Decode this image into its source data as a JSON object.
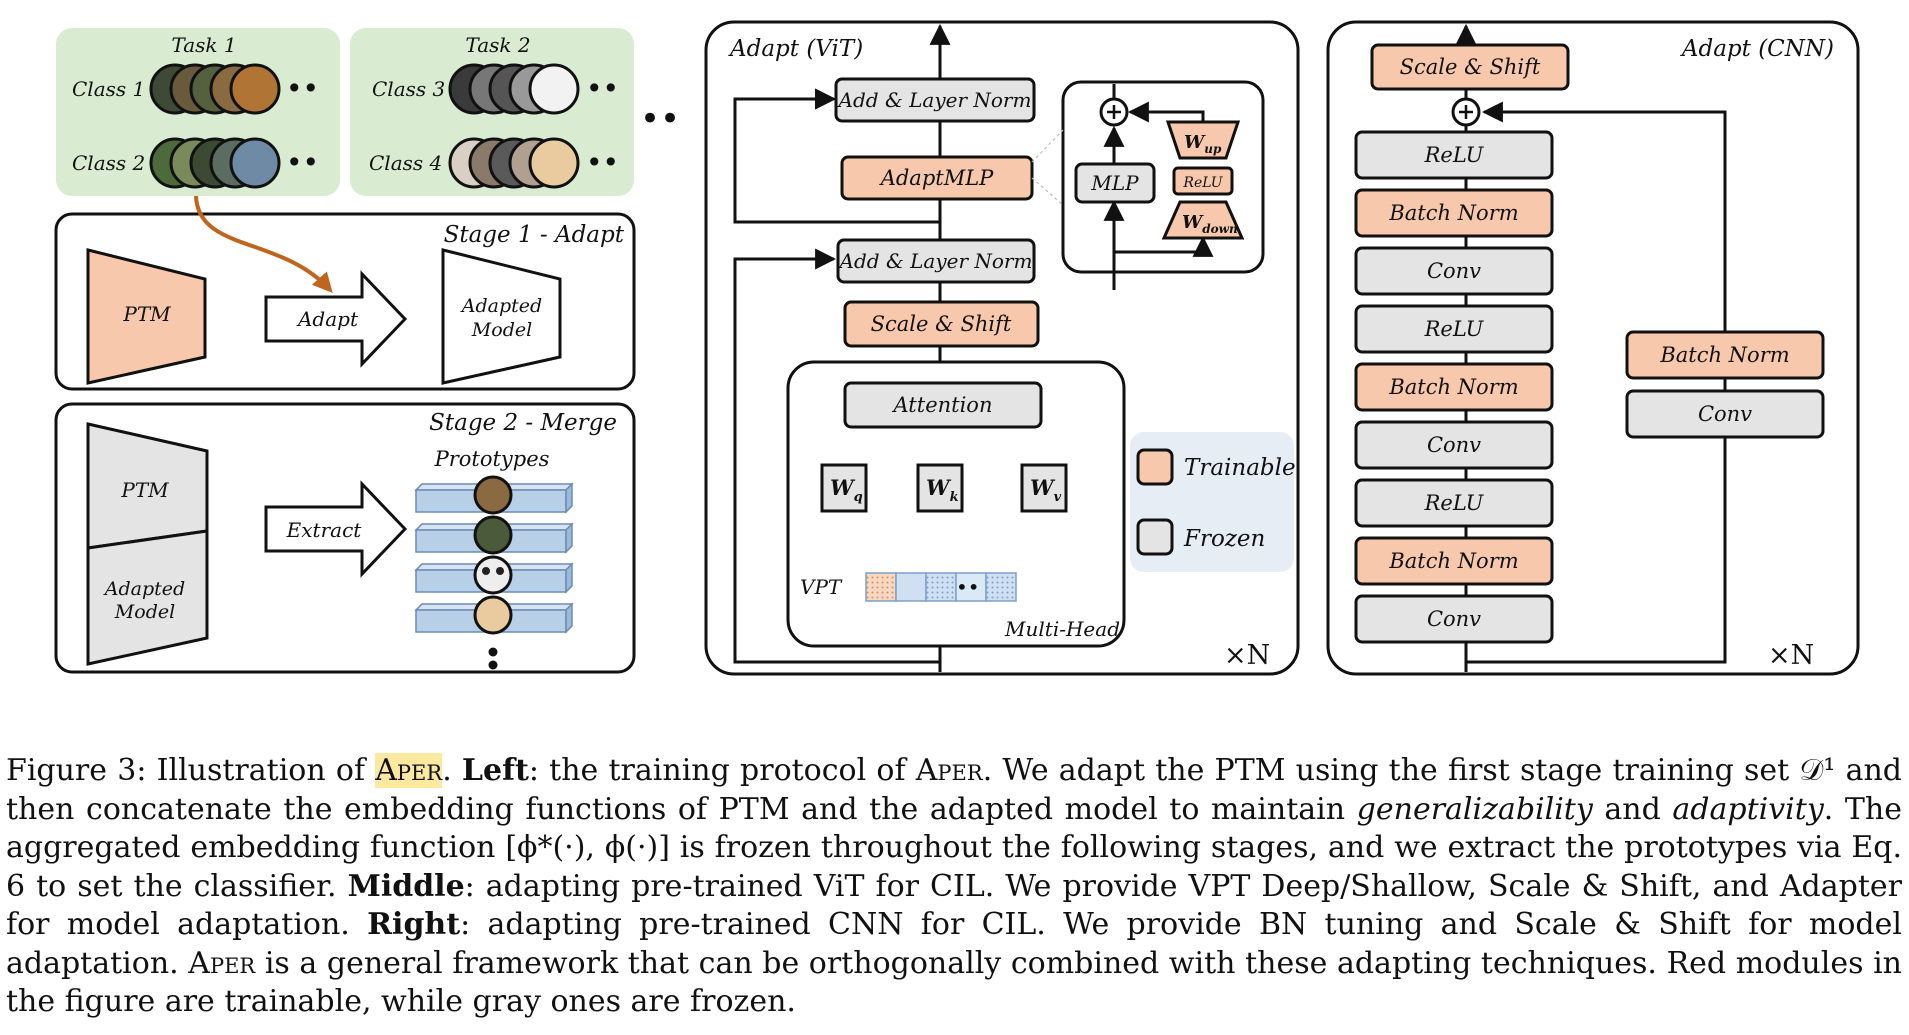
{
  "left": {
    "tasks": [
      {
        "title": "Task 1",
        "classes": [
          "Class 1",
          "Class 2"
        ]
      },
      {
        "title": "Task 2",
        "classes": [
          "Class 3",
          "Class 4"
        ]
      }
    ],
    "ellipsis": "••",
    "stage1": {
      "title": "Stage 1 - Adapt",
      "ptm": "PTM",
      "action": "Adapt",
      "adapted_line1": "Adapted",
      "adapted_line2": "Model"
    },
    "stage2": {
      "title": "Stage 2 - Merge",
      "ptm": "PTM",
      "adapted_line1": "Adapted",
      "adapted_line2": "Model",
      "action": "Extract",
      "prototypes": "Prototypes"
    }
  },
  "vit": {
    "title": "Adapt (ViT)",
    "add_norm_top": "Add & Layer Norm",
    "adaptmlp": "AdaptMLP",
    "add_norm_bottom": "Add & Layer Norm",
    "scale_shift": "Scale & Shift",
    "attention": "Attention",
    "wq": "W",
    "wq_sub": "q",
    "wk": "W",
    "wk_sub": "k",
    "wv": "W",
    "wv_sub": "v",
    "vpt": "VPT",
    "multihead": "Multi-Head",
    "repeat": "×N",
    "mlp": "MLP",
    "w_up": "W",
    "w_up_sub": "up",
    "relu": "ReLU",
    "w_down": "W",
    "w_down_sub": "down"
  },
  "legend": {
    "trainable": "Trainable",
    "frozen": "Frozen"
  },
  "cnn": {
    "title": "Adapt (CNN)",
    "scale_shift": "Scale & Shift",
    "main_stack": [
      "ReLU",
      "Batch Norm",
      "Conv",
      "ReLU",
      "Batch Norm",
      "Conv",
      "ReLU",
      "Batch Norm",
      "Conv"
    ],
    "side_bn": "Batch Norm",
    "side_conv": "Conv",
    "repeat": "×N"
  },
  "colors": {
    "trainable": "#f8c8ac",
    "frozen": "#e4e4e4",
    "task_bg": "#d9ecd2",
    "prototype": "#b8cfe8",
    "arrow": "#c0651e",
    "legend_bg": "#e6edf5"
  },
  "caption": {
    "fig_label": "Figure 3:",
    "t1": " Illustration of ",
    "aper": "Aper",
    "t2": ". ",
    "left_label": "Left",
    "t3": ": the training protocol of ",
    "t4": ". We adapt the PTM using the first stage training set 𝒟¹ and then concatenate the embedding functions of PTM and the adapted model to maintain ",
    "gen": "generalizability",
    "t5": " and ",
    "adapt": "adaptivity",
    "t6": ". The aggregated embedding function [ϕ*(·), ϕ(·)] is frozen throughout the following stages, and we extract the prototypes via Eq. 6 to set the classifier. ",
    "middle_label": "Middle",
    "t7": ": adapting pre-trained ViT for CIL. We provide VPT Deep/Shallow, Scale & Shift, and Adapter for model adaptation. ",
    "right_label": "Right",
    "t8": ": adapting pre-trained CNN for CIL. We provide BN tuning and Scale & Shift for model adaptation. ",
    "t9": " is a general framework that can be orthogonally combined with these adapting techniques. Red modules in the figure are trainable, while gray ones are frozen."
  }
}
